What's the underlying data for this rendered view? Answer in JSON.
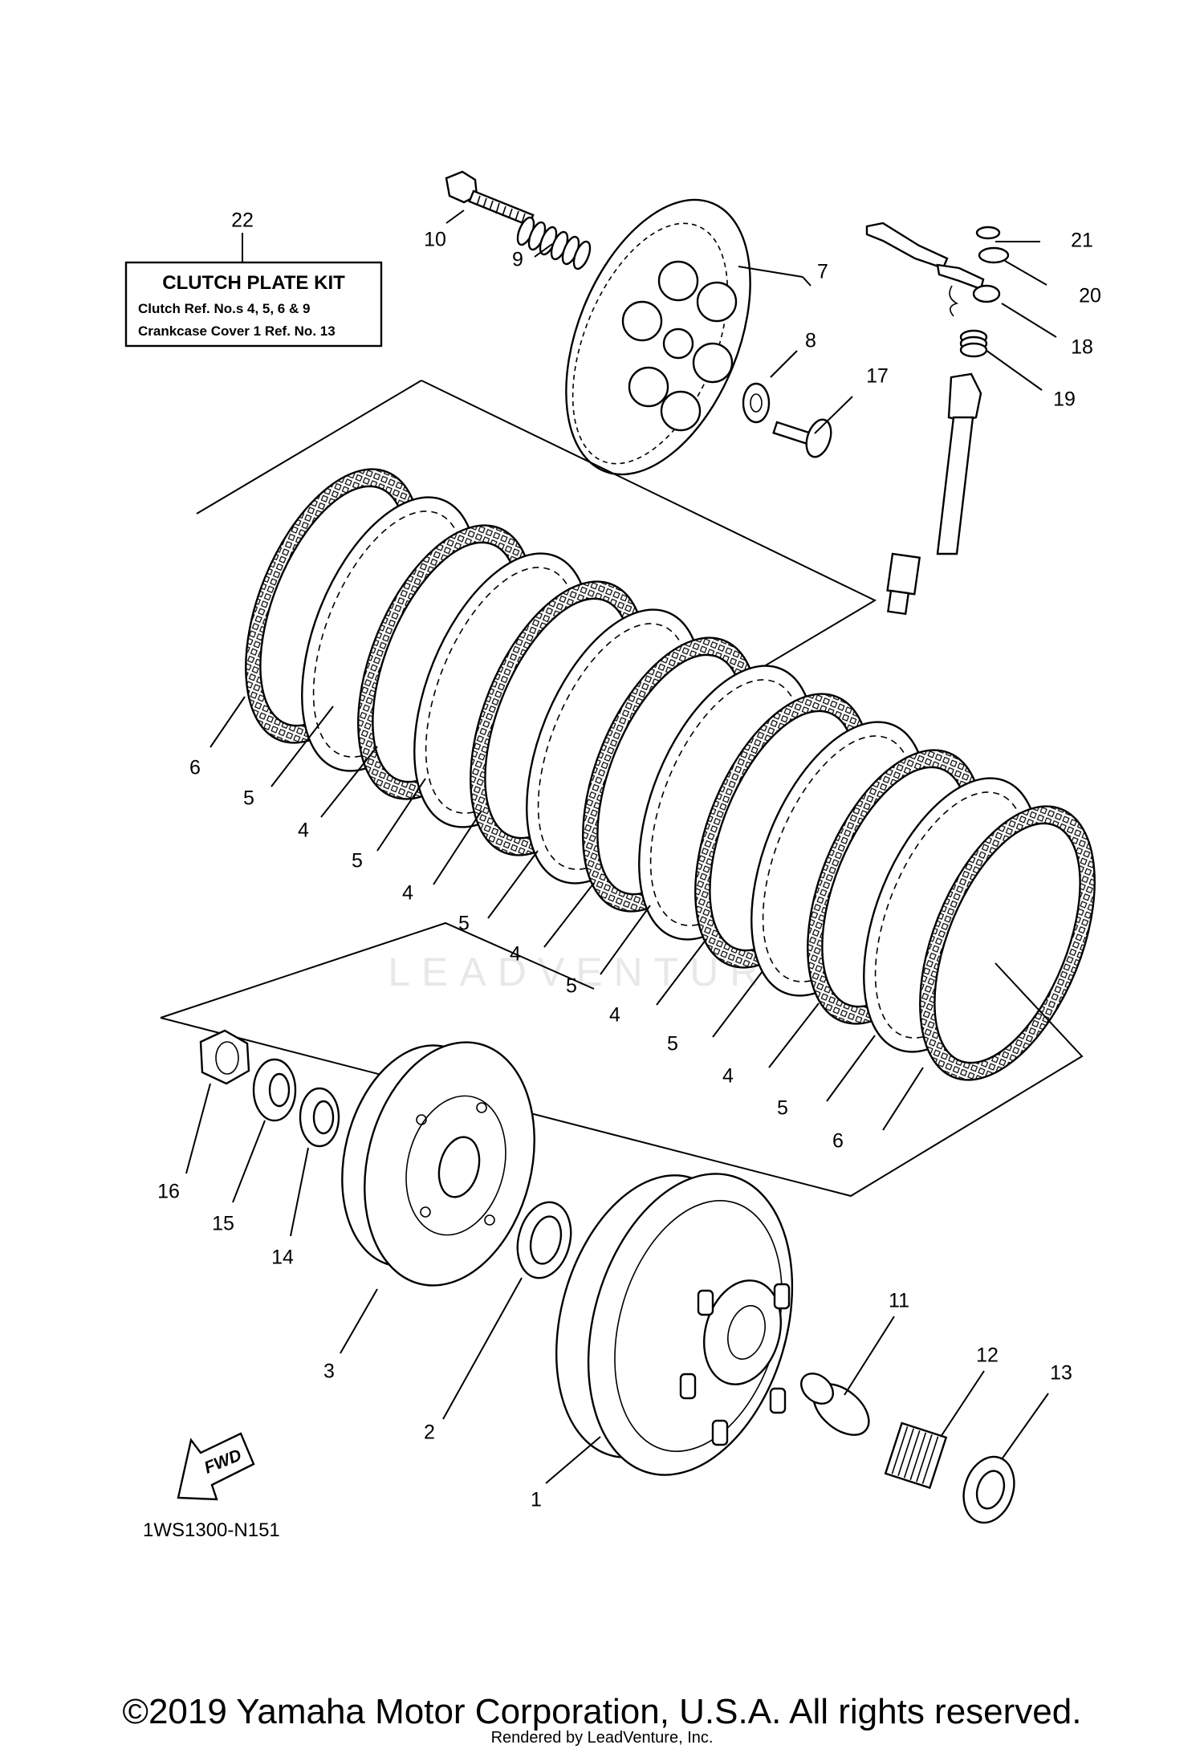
{
  "kit_box": {
    "title": "CLUTCH PLATE KIT",
    "line1": "Clutch  Ref. No.s  4, 5, 6 & 9",
    "line2": "Crankcase Cover 1  Ref. No.  13"
  },
  "diagram_code": "1WS1300-N151",
  "fwd_label": "FWD",
  "watermark": "LEADVENTURE",
  "copyright": "©2019 Yamaha Motor Corporation, U.S.A. All rights reserved.",
  "rendered_by": "Rendered by LeadVenture, Inc.",
  "callouts": [
    {
      "n": "22"
    },
    {
      "n": "10"
    },
    {
      "n": "9"
    },
    {
      "n": "7"
    },
    {
      "n": "8"
    },
    {
      "n": "17"
    },
    {
      "n": "21"
    },
    {
      "n": "20"
    },
    {
      "n": "18"
    },
    {
      "n": "19"
    },
    {
      "n": "6"
    },
    {
      "n": "5"
    },
    {
      "n": "4"
    },
    {
      "n": "5"
    },
    {
      "n": "4"
    },
    {
      "n": "5"
    },
    {
      "n": "4"
    },
    {
      "n": "5"
    },
    {
      "n": "4"
    },
    {
      "n": "5"
    },
    {
      "n": "4"
    },
    {
      "n": "5"
    },
    {
      "n": "6"
    },
    {
      "n": "16"
    },
    {
      "n": "15"
    },
    {
      "n": "14"
    },
    {
      "n": "3"
    },
    {
      "n": "2"
    },
    {
      "n": "1"
    },
    {
      "n": "11"
    },
    {
      "n": "12"
    },
    {
      "n": "13"
    }
  ]
}
